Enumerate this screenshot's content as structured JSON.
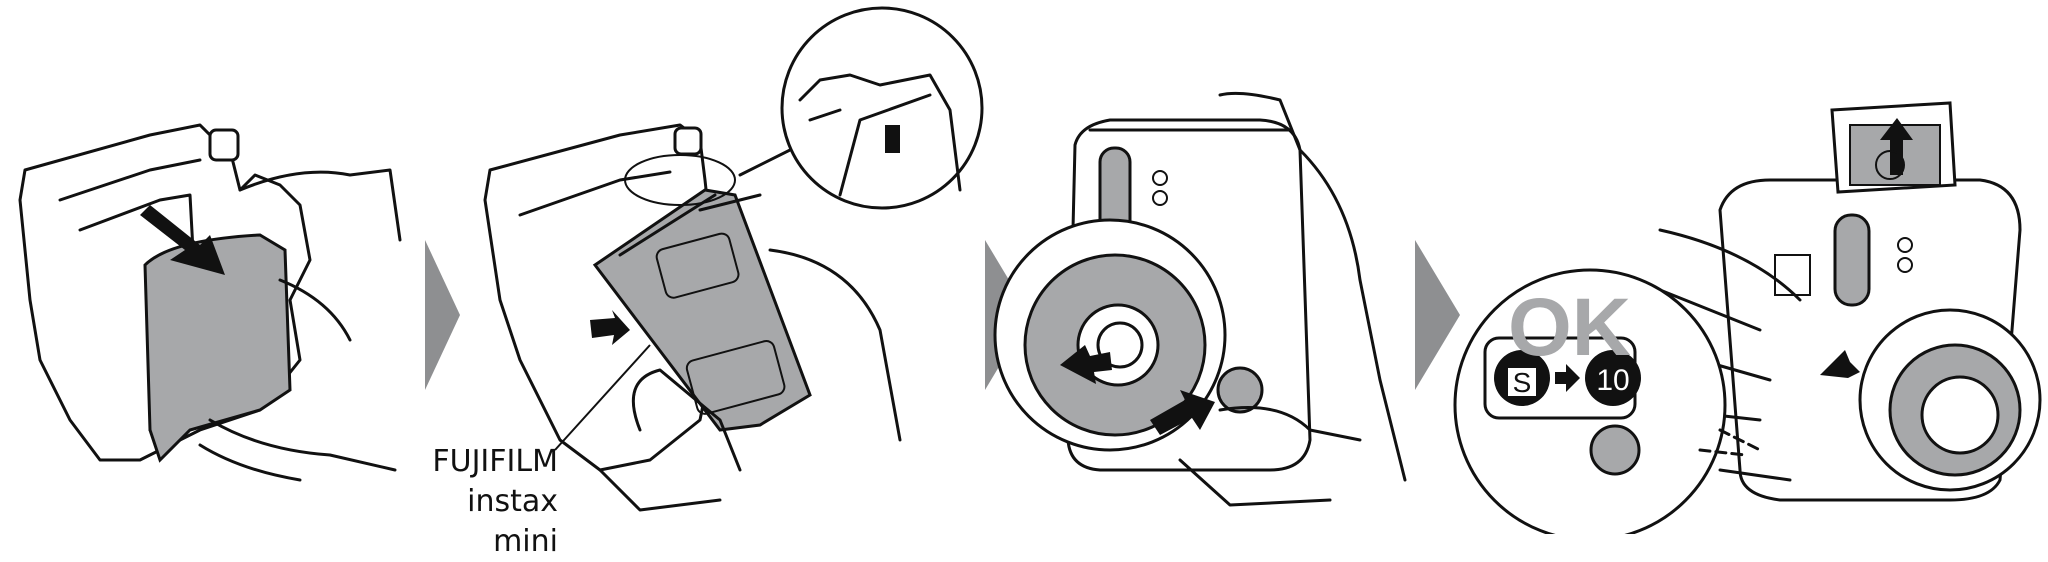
{
  "steps": [
    {
      "name": "open-back-cover"
    },
    {
      "name": "insert-film-pack",
      "film_label": {
        "line1": "FUJIFILM",
        "line2": "instax mini"
      }
    },
    {
      "name": "extend-lens-power-on"
    },
    {
      "name": "eject-film-cover",
      "ok_text": "OK",
      "counter_from": "S",
      "counter_to": "10"
    }
  ],
  "colors": {
    "accent_gray": "#a7a8aa",
    "line": "#111111",
    "chevron": "#8e8f91"
  }
}
